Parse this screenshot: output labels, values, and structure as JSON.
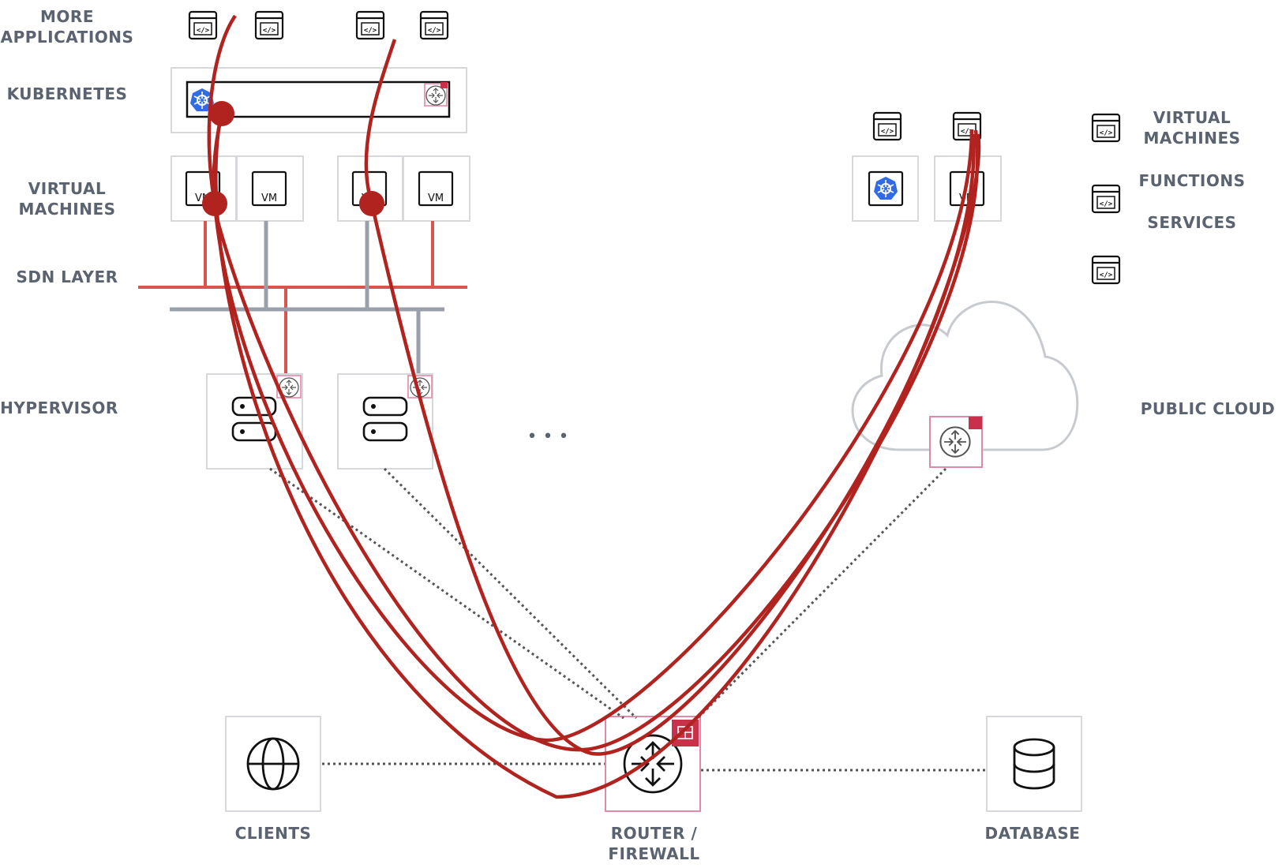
{
  "layer_labels": {
    "more_applications": [
      "MORE",
      "APPLICATIONS"
    ],
    "kubernetes": "KUBERNETES",
    "virtual_machines_left": [
      "VIRTUAL",
      "MACHINES"
    ],
    "sdn_layer": "SDN LAYER",
    "hypervisor": "HYPERVISOR"
  },
  "right_labels": {
    "virtual_machines": [
      "VIRTUAL",
      "MACHINES"
    ],
    "functions": "FUNCTIONS",
    "services": "SERVICES",
    "public_cloud": "PUBLIC CLOUD"
  },
  "bottom_labels": {
    "clients": "CLIENTS",
    "router_firewall": [
      "ROUTER /",
      "FIREWALL"
    ],
    "database": "DATABASE"
  },
  "vm_label": "VM",
  "app_icon_glyph": "</>",
  "ellipsis": "• • •",
  "icons": [
    "code-window-icon",
    "kubernetes-icon",
    "router-icon",
    "firewall-icon",
    "server-icon",
    "globe-icon",
    "database-icon",
    "cloud-icon"
  ],
  "colors": {
    "trace_red": "#b1231f",
    "sdn_red": "#d9534f",
    "network_gray": "#9aa0aa",
    "box_border": "#d6d8dc",
    "pink_border": "#e08aa8",
    "label_gray": "#5b6270",
    "kubernetes_blue": "#326ce5"
  }
}
